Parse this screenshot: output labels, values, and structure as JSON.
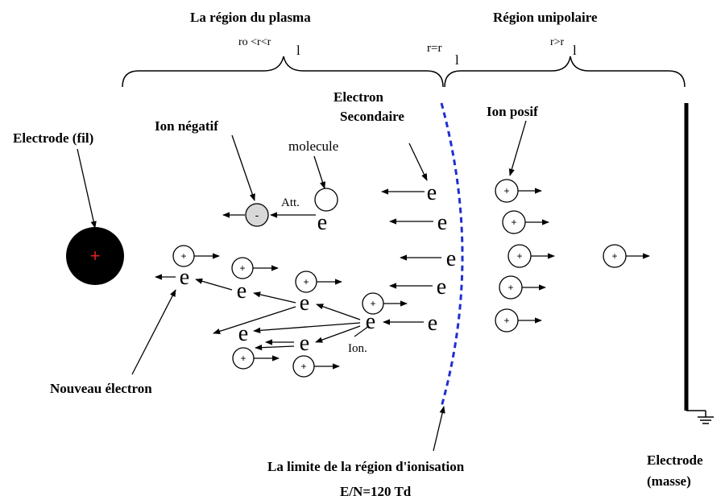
{
  "labels": {
    "plasma_region": "La région du plasma",
    "plasma_condition": "ro <r<r",
    "plasma_condition_sub": "l",
    "boundary_condition": "r=r",
    "boundary_condition_sub": "l",
    "unipolar_region": "Région unipolaire",
    "unipolar_condition": "r>r",
    "unipolar_condition_sub": "l",
    "electrode_wire": "Electrode  (fil)",
    "negative_ion": "Ion négatif",
    "molecule": "molecule",
    "attachment": "Att.",
    "secondary_electron_line1": "Electron",
    "secondary_electron_line2": "Secondaire",
    "positive_ion": "Ion posif",
    "ionisation": "Ion.",
    "new_electron": "Nouveau électron",
    "ionisation_limit": "La limite de la région d'ionisation",
    "field_value": "E/N=120 Td",
    "electrode_ground_line1": "Electrode",
    "electrode_ground_line2": "(masse)"
  },
  "symbols": {
    "electron": "e",
    "plus": "+",
    "minus": "-"
  },
  "colors": {
    "wire_electrode": "#000000",
    "wire_plus_sign": "#e02020",
    "ionisation_boundary": "#1f2fd0",
    "negative_ion_fill": "#d8d8d8"
  }
}
